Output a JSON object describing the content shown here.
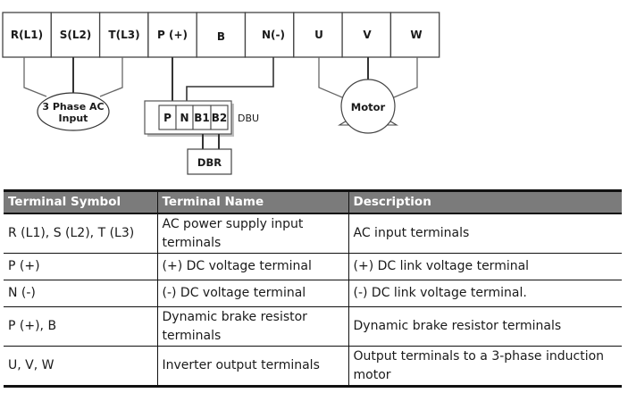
{
  "diagram": {
    "terminals": [
      {
        "label": "R(L1)"
      },
      {
        "label": "S(L2)"
      },
      {
        "label": "T(L3)"
      },
      {
        "label": "P (+)"
      },
      {
        "label": "B"
      },
      {
        "label": "N(-)"
      },
      {
        "label": "U"
      },
      {
        "label": "V"
      },
      {
        "label": "W"
      }
    ],
    "ac_input": {
      "line1": "3 Phase AC",
      "line2": "Input"
    },
    "motor": {
      "label": "Motor"
    },
    "dbu": {
      "label": "DBU",
      "cells": [
        "P",
        "N",
        "B1",
        "B2"
      ]
    },
    "dbr": {
      "label": "DBR"
    }
  },
  "table": {
    "headers": [
      "Terminal Symbol",
      "Terminal Name",
      "Description"
    ],
    "rows": [
      {
        "symbol": "R (L1), S (L2), T (L3)",
        "name": "AC power supply input terminals",
        "description": "AC input terminals"
      },
      {
        "symbol": "P (+)",
        "name": "(+) DC voltage terminal",
        "description": "(+) DC link voltage terminal"
      },
      {
        "symbol": "N (-)",
        "name": "(-) DC voltage terminal",
        "description": "(-) DC link voltage terminal."
      },
      {
        "symbol": "P (+), B",
        "name": "Dynamic brake resistor terminals",
        "description": "Dynamic brake resistor terminals"
      },
      {
        "symbol": "U, V, W",
        "name": "Inverter output terminals",
        "description": "Output terminals to a 3-phase induction motor"
      }
    ]
  }
}
